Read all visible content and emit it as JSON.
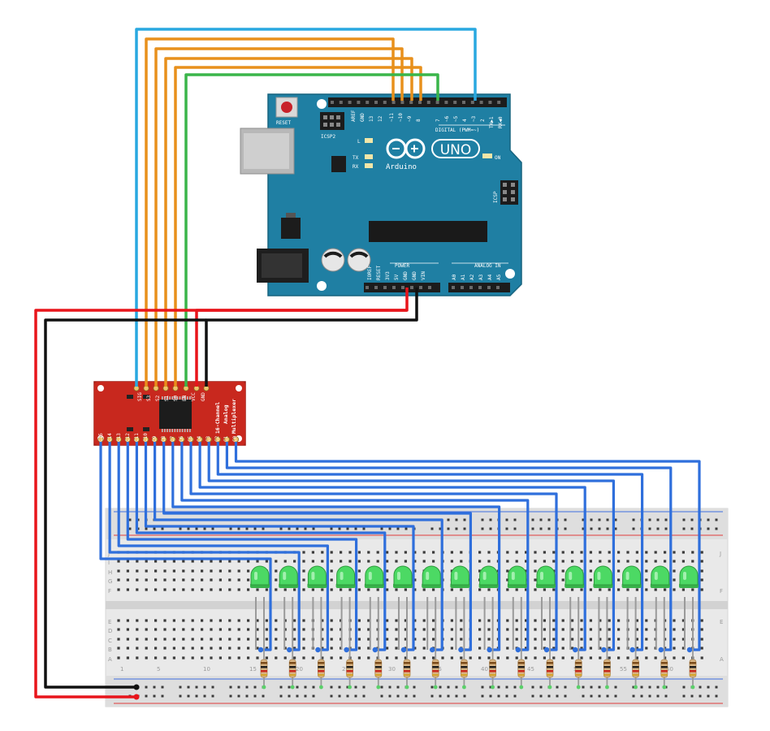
{
  "arduino": {
    "reset_label": "RESET",
    "icsp2_label": "ICSP2",
    "icsp_label": "ICSP",
    "digital_label": "DIGITAL (PWM=~)",
    "brand_label": "Arduino",
    "model_label": "UNO",
    "on_label": "ON",
    "led_l_label": "L",
    "led_tx_label": "TX",
    "led_rx_label": "RX",
    "power_label": "POWER",
    "analog_label": "ANALOG IN",
    "digital_pins": [
      "AREF",
      "GND",
      "13",
      "12",
      "~11",
      "~10",
      "~9",
      "8",
      "7",
      "~6",
      "~5",
      "4",
      "~3",
      "2",
      "TX▶1",
      "RX◀0"
    ],
    "power_pins": [
      "IOREF",
      "RESET",
      "3V3",
      "5V",
      "GND",
      "GND",
      "VIN"
    ],
    "analog_pins": [
      "A0",
      "A1",
      "A2",
      "A3",
      "A4",
      "A5"
    ],
    "board_color": "#1f7fa3"
  },
  "mux": {
    "title_line1": "16-Channel",
    "title_line2": "Analog",
    "title_line3": "Multiplexer",
    "top_pins": [
      "SIG",
      "S3",
      "S2",
      "S1",
      "S0",
      "EN",
      "VCC",
      "GND"
    ],
    "bottom_pins": [
      "C15",
      "C14",
      "C13",
      "C12",
      "C11",
      "C10",
      "C9",
      "C8",
      "C7",
      "C6",
      "C5",
      "C4",
      "C3",
      "C2",
      "C1",
      "C0"
    ],
    "board_color": "#c8281e"
  },
  "breadboard": {
    "row_letters_top": [
      "J",
      "I",
      "H",
      "G",
      "F"
    ],
    "row_letters_bottom": [
      "E",
      "D",
      "C",
      "B",
      "A"
    ],
    "column_numbers": [
      "1",
      "5",
      "10",
      "15",
      "20",
      "25",
      "30",
      "35",
      "40",
      "45",
      "50",
      "55",
      "60"
    ]
  },
  "wire_colors": {
    "sig": "#29a8e0",
    "select": "#e8901c",
    "enable": "#3ab54a",
    "power": "#e8151b",
    "ground": "#111111",
    "channel": "#2f6fdc",
    "led": "#4cd964"
  }
}
